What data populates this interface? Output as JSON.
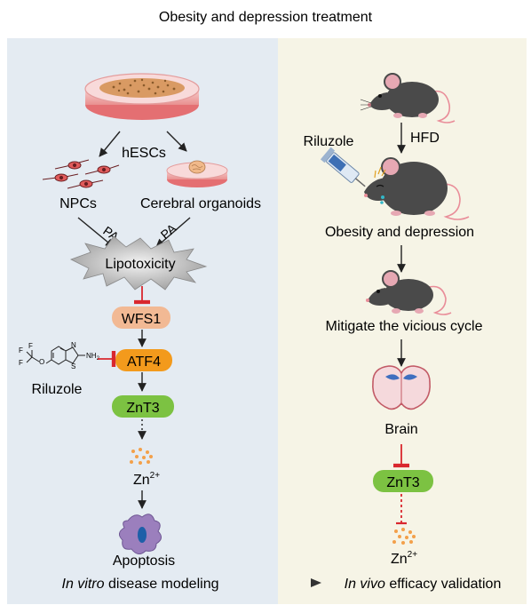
{
  "title": "Obesity and depression treatment",
  "colors": {
    "left_panel_bg": "#e4ebf2",
    "right_panel_bg": "#f6f4e6",
    "wfs1_fill": "#f2b994",
    "atf4_fill": "#f39a1c",
    "znt3_fill": "#7cc242",
    "inhibit": "#d9272e",
    "zinc_dots": "#f3a04a",
    "apoptosis_cell": "#9b7fbd",
    "nucleus": "#1e5fa8"
  },
  "left_panel": {
    "source_label": "hESCs",
    "npcs_label": "NPCs",
    "organoids_label": "Cerebral organoids",
    "pa_left": "PA",
    "pa_right": "PA",
    "lipotoxicity_label": "Lipotoxicity",
    "wfs1_label": "WFS1",
    "atf4_label": "ATF4",
    "znt3_label": "ZnT3",
    "zinc_label": "Zn",
    "zinc_charge": "2+",
    "apoptosis_label": "Apoptosis",
    "drug_label": "Riluzole",
    "drug_structure": {
      "f1": "F",
      "f2": "F",
      "f3": "F",
      "o": "O",
      "n": "N",
      "s": "S",
      "nh2": "NH",
      "nh2_sub": "2"
    },
    "caption_italic": "In vitro",
    "caption_rest": " disease modeling"
  },
  "right_panel": {
    "hfd_label": "HFD",
    "drug_label": "Riluzole",
    "obesity_label": "Obesity and depression",
    "mitigate_label": "Mitigate the vicious cycle",
    "brain_label": "Brain",
    "znt3_label": "ZnT3",
    "zinc_label": "Zn",
    "zinc_charge": "2+",
    "caption_italic": "In vivo",
    "caption_rest": " efficacy validation"
  },
  "icons": {
    "petri_dish": "petri-dish-icon",
    "npc_cells": "neural-progenitor-cells-icon",
    "organoid_dish": "organoid-dish-icon",
    "burst": "lipotoxicity-burst-icon",
    "molecule": "riluzole-molecule-icon",
    "zinc": "zinc-ions-icon",
    "apoptotic_cell": "apoptotic-cell-icon",
    "mouse": "mouse-icon",
    "fat_mouse": "obese-mouse-icon",
    "syringe": "syringe-icon",
    "brain": "brain-slice-icon"
  }
}
